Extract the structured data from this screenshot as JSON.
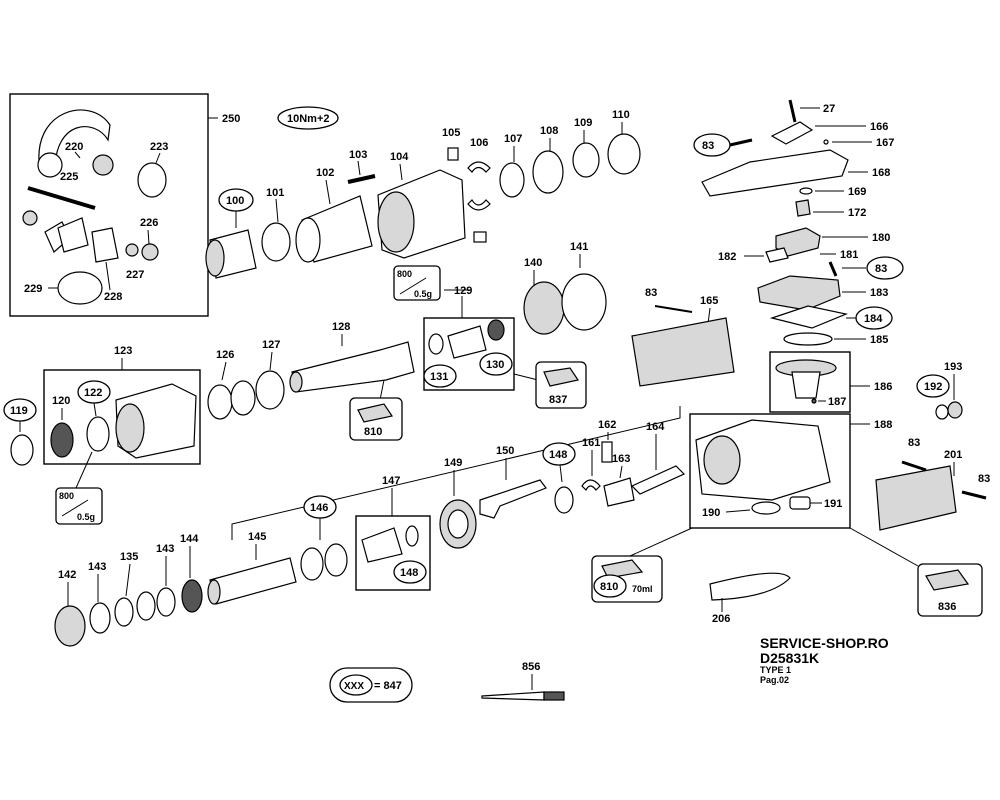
{
  "torque_note": "10Nm+2",
  "grease_note_1": {
    "amount": "800",
    "weight": "0.5g"
  },
  "grease_note_2": {
    "amount": "800",
    "weight": "0.5g"
  },
  "grease_note_3": {
    "amount": "70ml",
    "part": "810"
  },
  "legend": {
    "placeholder": "XXX",
    "equals": "= 847"
  },
  "footer": {
    "shop": "SERVICE-SHOP.RO",
    "model": "D25831K",
    "type": "TYPE 1",
    "page": "Pag.02"
  },
  "parts": {
    "p250": "250",
    "p220": "220",
    "p223": "223",
    "p225": "225",
    "p226": "226",
    "p227": "227",
    "p228": "228",
    "p229": "229",
    "p100": "100",
    "p101": "101",
    "p102": "102",
    "p103": "103",
    "p104": "104",
    "p105": "105",
    "p106": "106",
    "p107": "107",
    "p108": "108",
    "p109": "109",
    "p110": "110",
    "p27": "27",
    "p166": "166",
    "p167": "167",
    "p83a": "83",
    "p168": "168",
    "p169": "169",
    "p172": "172",
    "p180": "180",
    "p181": "181",
    "p182": "182",
    "p83b": "83",
    "p183": "183",
    "p184": "184",
    "p185": "185",
    "p186": "186",
    "p187": "187",
    "p188": "188",
    "p192": "192",
    "p193": "193",
    "p83c": "83",
    "p201": "201",
    "p191": "191",
    "p190": "190",
    "p83d": "83",
    "p165": "165",
    "p140": "140",
    "p141": "141",
    "p129": "129",
    "p131": "131",
    "p130": "130",
    "p837": "837",
    "p128": "128",
    "p810a": "810",
    "p123": "123",
    "p120": "120",
    "p122": "122",
    "p119": "119",
    "p126": "126",
    "p127": "127",
    "p162": "162",
    "p161": "161",
    "p163": "163",
    "p164": "164",
    "p148a": "148",
    "p150": "150",
    "p149": "149",
    "p147": "147",
    "p148b": "148",
    "p146": "146",
    "p145": "145",
    "p144": "144",
    "p143a": "143",
    "p135": "135",
    "p143b": "143",
    "p142": "142",
    "p206": "206",
    "p836": "836",
    "p856": "856"
  }
}
